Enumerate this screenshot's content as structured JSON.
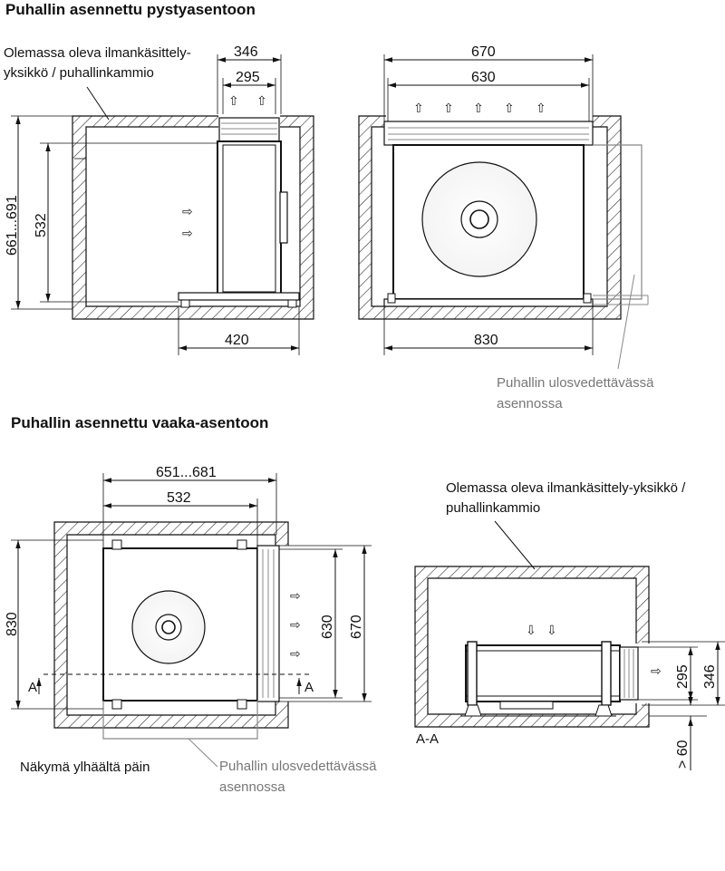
{
  "titles": {
    "vertical": "Puhallin asennettu pystyasentoon",
    "horizontal": "Puhallin asennettu vaaka-asentoon"
  },
  "labels": {
    "existing_unit_line1": "Olemassa oleva ilmankäsittely-",
    "existing_unit_line2": "yksikkö / puhallinkammio",
    "pulled_out_line1": "Puhallin ulosvedettävässä",
    "pulled_out_line2": "asennossa",
    "existing_unit2_line1": "Olemassa oleva ilmankäsittely-yksikkö /",
    "existing_unit2_line2": "puhallinkammio",
    "top_view": "Näkymä ylhäältä päin",
    "pulled_out2_line1": "Puhallin ulosvedettävässä",
    "pulled_out2_line2": "asennossa",
    "section_a": "A",
    "section_aa": "A-A"
  },
  "dimensions": {
    "d346_top": "346",
    "d295_top": "295",
    "d661_691": "661...691",
    "d532_left": "532",
    "d420": "420",
    "d670_top": "670",
    "d630_top": "630",
    "d830_bottom": "830",
    "d651_681": "651...681",
    "d532_h": "532",
    "d830_left": "830",
    "d630_right": "630",
    "d670_right": "670",
    "d295_right": "295",
    "d346_right": "346",
    "d60": "> 60"
  },
  "arrow_glyphs": {
    "up": "⇧",
    "right": "⇨",
    "down": "⇩",
    "small_up": "↑"
  }
}
